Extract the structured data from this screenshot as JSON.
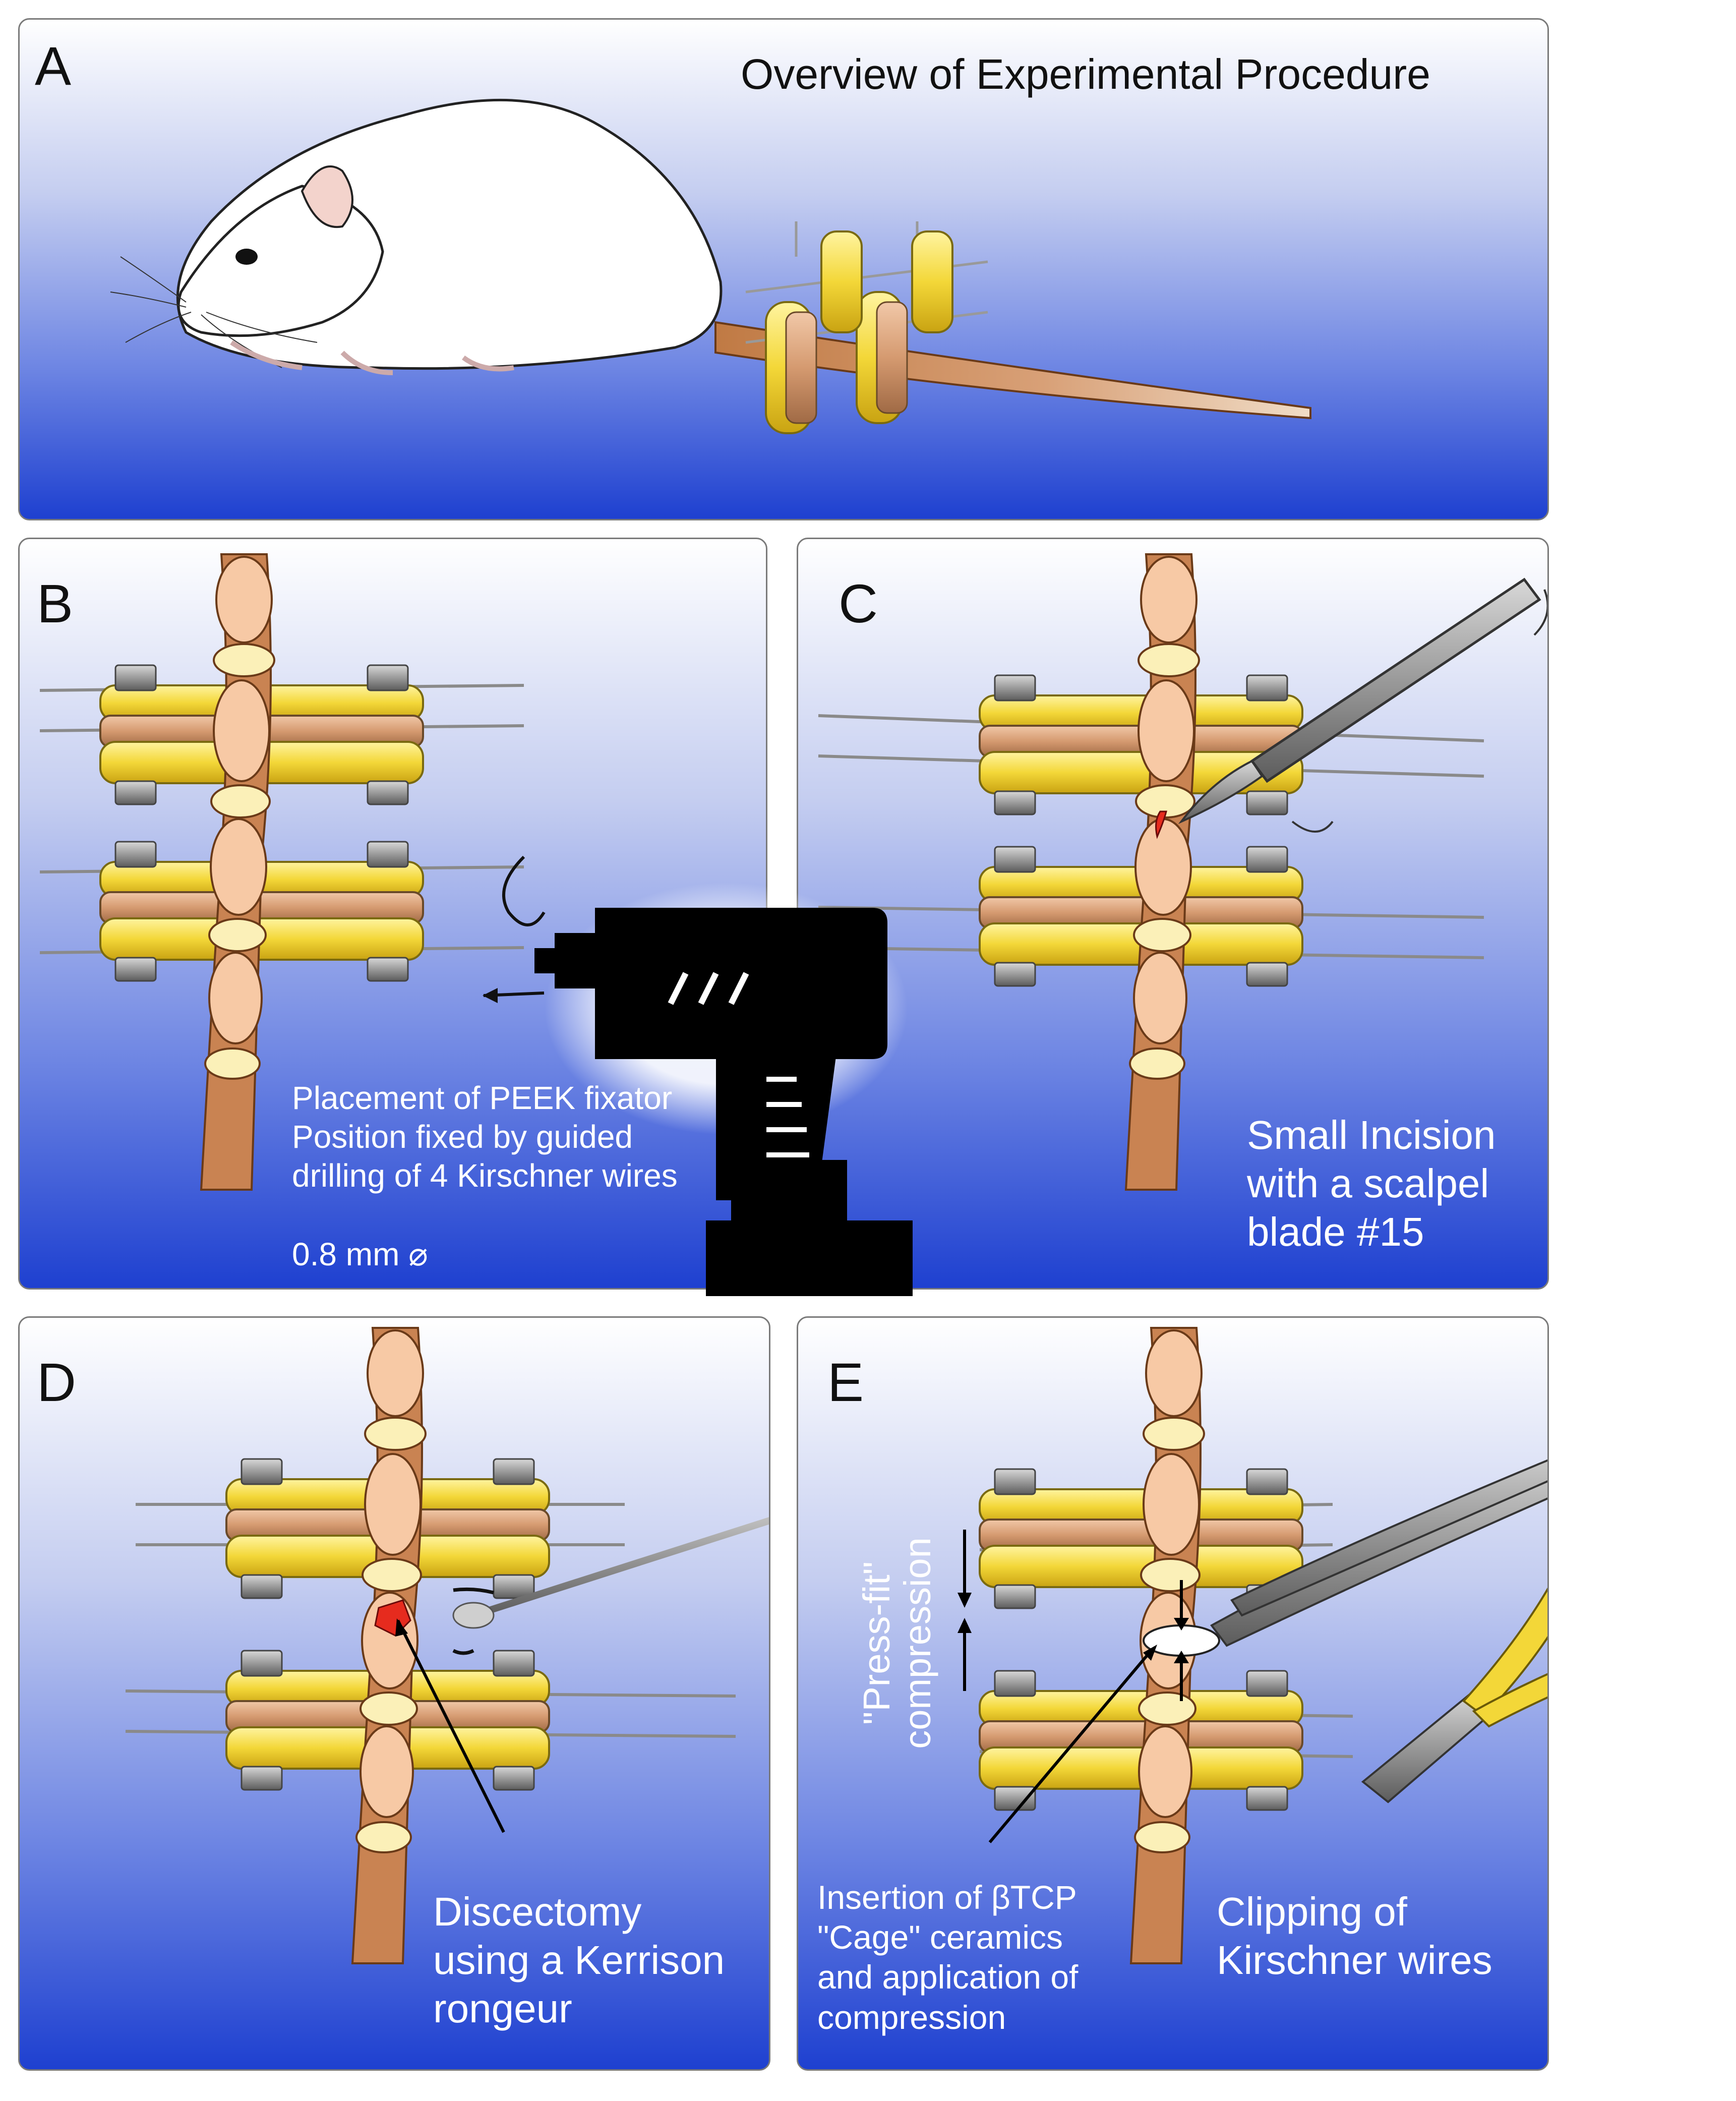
{
  "panels": {
    "a": {
      "letter": "A",
      "title": "Overview of Experimental Procedure"
    },
    "b": {
      "letter": "B",
      "caption": [
        "Placement of PEEK fixator",
        "Position fixed by guided",
        "drilling of 4 Kirschner wires"
      ],
      "wire_size": "0.8 mm ⌀"
    },
    "c": {
      "letter": "C",
      "caption": [
        "Small Incision",
        "with a scalpel",
        "blade #15"
      ]
    },
    "d": {
      "letter": "D",
      "caption": [
        "Discectomy",
        "using a Kerrison",
        "rongeur"
      ]
    },
    "e": {
      "letter": "E",
      "vertical_label": [
        "\"Press-fit\"",
        "compression"
      ],
      "insertion_caption": [
        "Insertion of βTCP",
        "\"Cage\" ceramics",
        "and application of",
        "compression"
      ],
      "clipping_caption": [
        "Clipping of",
        "Kirschner wires"
      ]
    }
  },
  "icons": [
    "rat-illustration",
    "tail-fixator",
    "drill-icon",
    "scalpel-icon",
    "rongeur-icon",
    "forceps-icon",
    "wire-cutter-icon",
    "rotation-arrow-icon"
  ],
  "colors": {
    "panel_top": "#ffffff",
    "panel_bottom": "#1e40d0",
    "fixator_yellow": "#f1d63a",
    "fixator_copper": "#d9a07a",
    "tail_brown": "#b8703e",
    "vertebra": "#f7c9a5",
    "disc": "#fbf0b8",
    "incision_red": "#e62b1e"
  }
}
